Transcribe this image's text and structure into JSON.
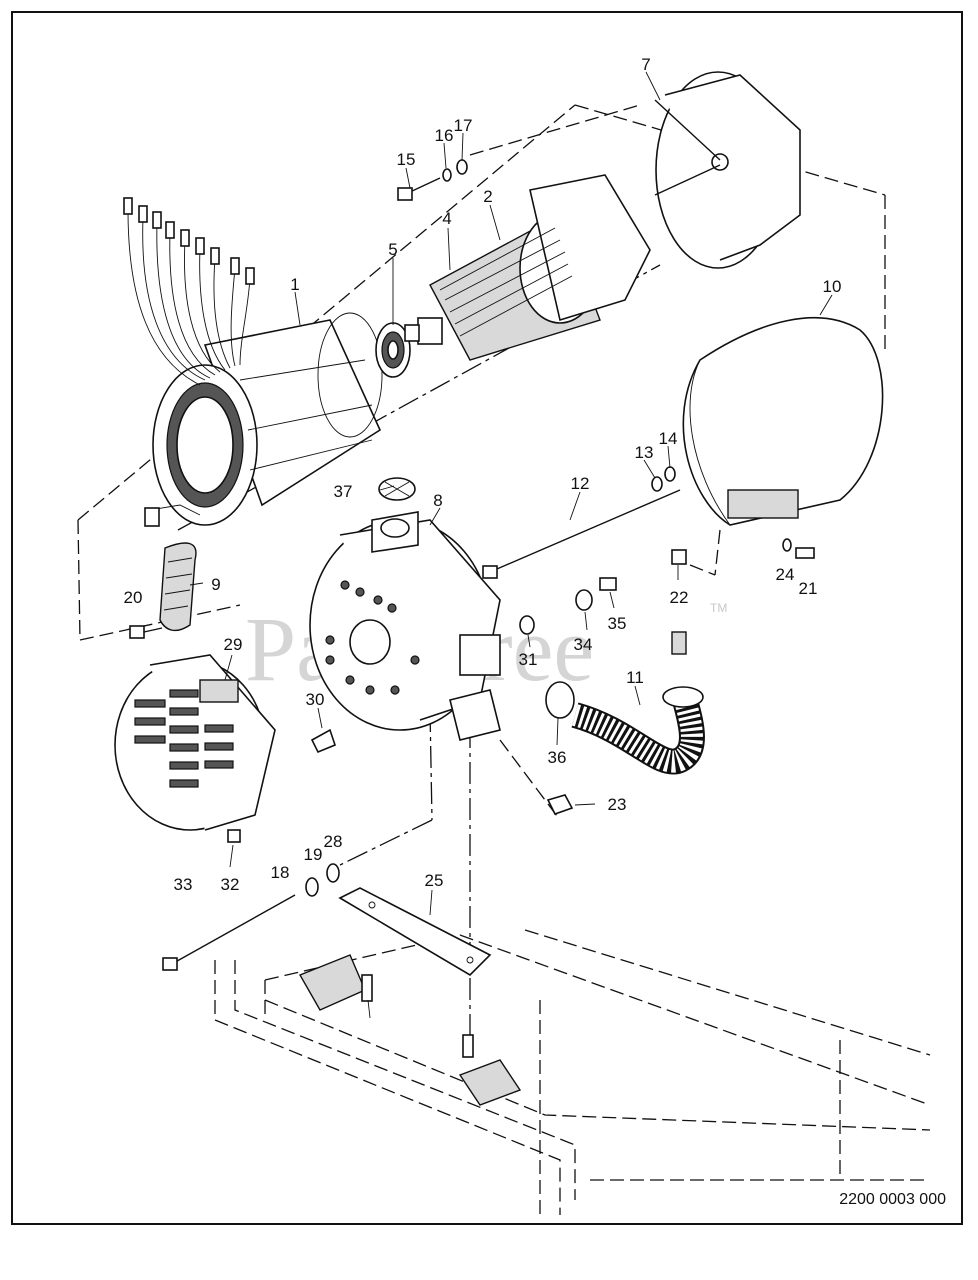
{
  "figure": {
    "doc_number": "2200 0003 000",
    "watermark": "PartsTree",
    "watermark_tm": "TM"
  },
  "parts": [
    {
      "name": "stator",
      "label": "1"
    },
    {
      "name": "rotor",
      "label": "2"
    },
    {
      "name": "rotor-end-ring",
      "label": "4"
    },
    {
      "name": "bearing",
      "label": "5"
    },
    {
      "name": "fan",
      "label": "7"
    },
    {
      "name": "rear-bearing-carrier",
      "label": "8"
    },
    {
      "name": "brush-cover",
      "label": "9"
    },
    {
      "name": "engine-adapter-shroud",
      "label": "10"
    },
    {
      "name": "hose",
      "label": "11"
    },
    {
      "name": "long-stud",
      "label": "12"
    },
    {
      "name": "lock-washer",
      "label": "13"
    },
    {
      "name": "flat-washer",
      "label": "14"
    },
    {
      "name": "rotor-bolt",
      "label": "15"
    },
    {
      "name": "lock-washer-16",
      "label": "16"
    },
    {
      "name": "washer-17",
      "label": "17"
    },
    {
      "name": "tie-rod",
      "label": "18"
    },
    {
      "name": "lock-washer-19",
      "label": "19"
    },
    {
      "name": "screw-20",
      "label": "20"
    },
    {
      "name": "screw-21",
      "label": "21"
    },
    {
      "name": "screw-22",
      "label": "22"
    },
    {
      "name": "nut-23",
      "label": "23"
    },
    {
      "name": "washer-24",
      "label": "24"
    },
    {
      "name": "mounting-bracket",
      "label": "25"
    },
    {
      "name": "washer-28",
      "label": "28"
    },
    {
      "name": "decal-29",
      "label": "29"
    },
    {
      "name": "fitting-30",
      "label": "30"
    },
    {
      "name": "washer-31",
      "label": "31"
    },
    {
      "name": "screw-32",
      "label": "32"
    },
    {
      "name": "end-cover",
      "label": "33"
    },
    {
      "name": "clamp-34",
      "label": "34"
    },
    {
      "name": "screw-35",
      "label": "35"
    },
    {
      "name": "grommet-36",
      "label": "36"
    },
    {
      "name": "plug-37",
      "label": "37"
    }
  ]
}
